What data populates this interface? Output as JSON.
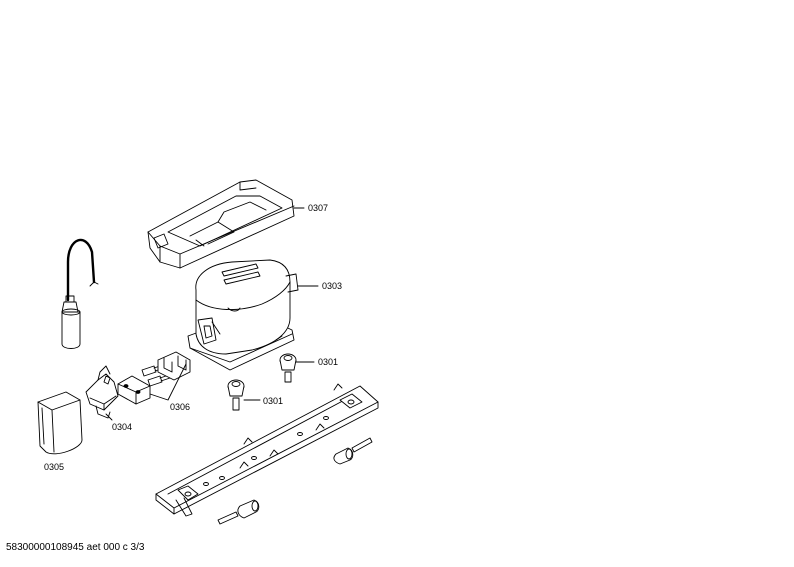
{
  "labels": {
    "p0307": "0307",
    "p0303": "0303",
    "p0301a": "0301",
    "p0301b": "0301",
    "p0306": "0306",
    "p0304": "0304",
    "p0305": "0305"
  },
  "footer": {
    "text": "58300000108945 aet 000 c 3/3"
  }
}
